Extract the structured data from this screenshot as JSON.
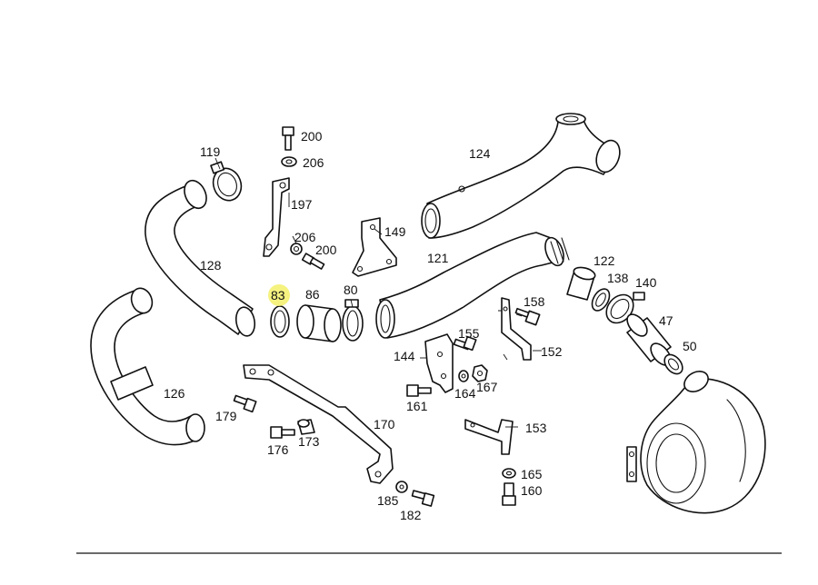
{
  "highlight": {
    "label": "83",
    "color": "#f3f06a"
  },
  "labels": {
    "p200a": "200",
    "p206a": "206",
    "p119": "119",
    "p197": "197",
    "p206b": "206",
    "p200b": "200",
    "p128": "128",
    "p83": "83",
    "p86": "86",
    "p80": "80",
    "p149": "149",
    "p124": "124",
    "p121": "121",
    "p122": "122",
    "p138": "138",
    "p140": "140",
    "p47": "47",
    "p50": "50",
    "p158": "158",
    "p152": "152",
    "p155": "155",
    "p144": "144",
    "p164": "164",
    "p167": "167",
    "p161": "161",
    "p153": "153",
    "p126": "126",
    "p179": "179",
    "p176": "176",
    "p173": "173",
    "p170": "170",
    "p185": "185",
    "p182": "182",
    "p165": "165",
    "p160": "160"
  }
}
